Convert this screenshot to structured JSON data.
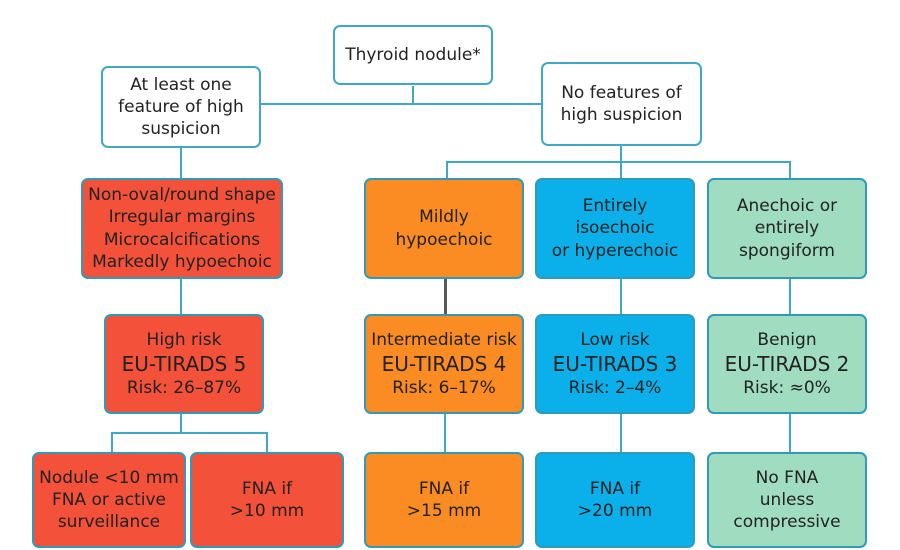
{
  "palette": {
    "connector": "#3fa8c4",
    "high_risk": "#f4513a",
    "intermediate_risk": "#fb8c24",
    "low_risk": "#0bb0ea",
    "benign": "#9fdcc0"
  },
  "nodes": {
    "root": "Thyroid nodule*",
    "high_suspicion": "At least one\nfeature of high\nsuspicion",
    "no_high_suspicion": "No features of\nhigh suspicion",
    "high_features": "Non-oval/round shape\nIrregular margins\nMicrocalcifications\nMarkedly hypoechoic",
    "mildly_hypoechoic": "Mildly\nhypoechoic",
    "isoechoic": "Entirely\nisoechoic\nor hyperechoic",
    "anechoic": "Anechoic or\nentirely\nspongiform",
    "high_risk": {
      "level": "High risk",
      "category": "EU-TIRADS 5",
      "risk": "Risk: 26–87%"
    },
    "intermediate_risk": {
      "level": "Intermediate risk",
      "category": "EU-TIRADS 4",
      "risk": "Risk: 6–17%"
    },
    "low_risk": {
      "level": "Low risk",
      "category": "EU-TIRADS 3",
      "risk": "Risk: 2–4%"
    },
    "benign": {
      "level": "Benign",
      "category": "EU-TIRADS 2",
      "risk": "Risk: ≈0%"
    },
    "nodule_small": "Nodule <10 mm\nFNA or active\nsurveillance",
    "fna_10": "FNA if\n>10 mm",
    "fna_15": "FNA if\n>15 mm",
    "fna_20": "FNA if\n>20 mm",
    "no_fna": "No FNA\nunless\ncompressive"
  }
}
